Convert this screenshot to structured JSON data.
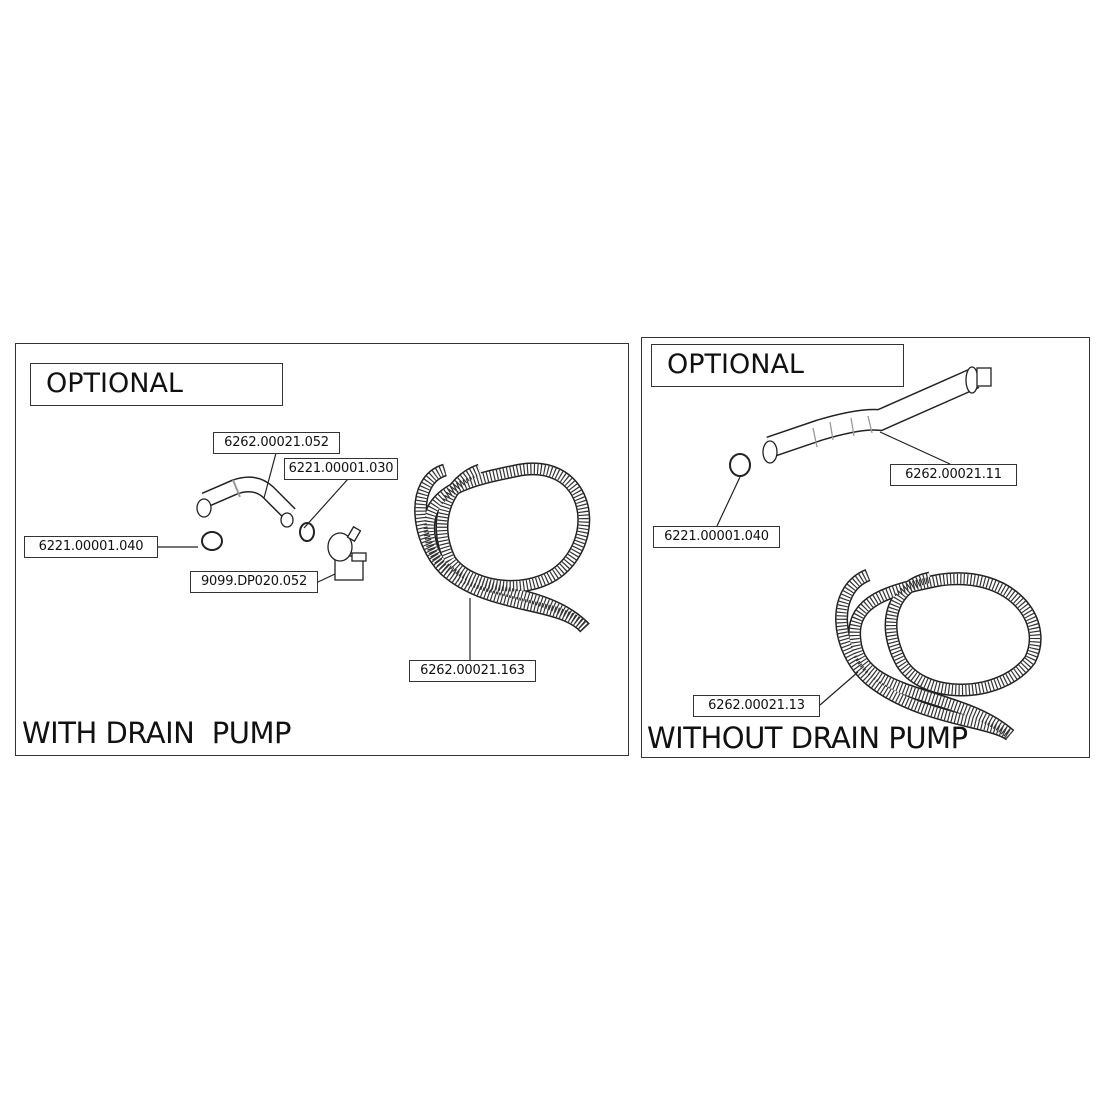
{
  "left_panel": {
    "optional_label": "OPTIONAL",
    "title": "WITH DRAIN  PUMP",
    "parts": {
      "elbow_hose": "6262.00021.052",
      "small_clamp": "6221.00001.030",
      "clamp": "6221.00001.040",
      "drain_pump": "9099.DP020.052",
      "drain_hose": "6262.00021.163"
    }
  },
  "right_panel": {
    "optional_label": "OPTIONAL",
    "title": "WITHOUT DRAIN PUMP",
    "parts": {
      "straight_hose": "6262.00021.11",
      "clamp": "6221.00001.040",
      "drain_hose": "6262.00021.13"
    }
  }
}
